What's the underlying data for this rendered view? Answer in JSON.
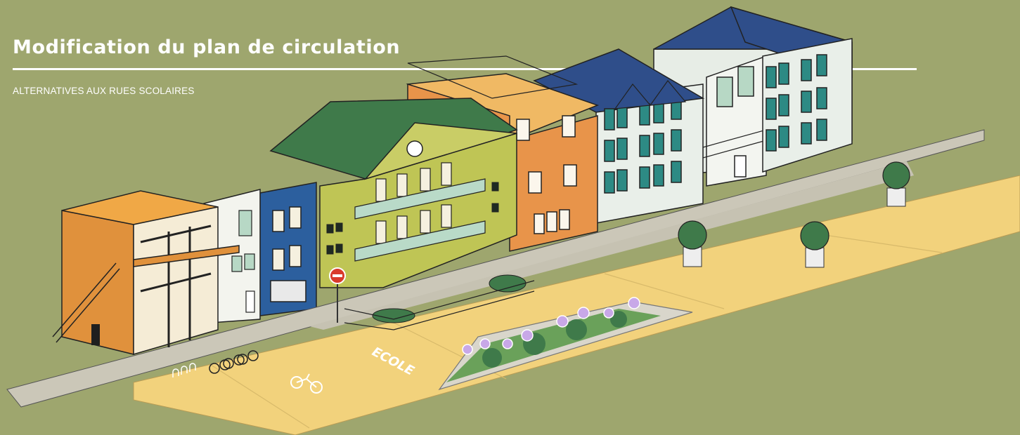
{
  "header": {
    "title": "Modification du plan de circulation",
    "subtitle": "ALTERNATIVES AUX RUES SCOLAIRES"
  },
  "street": {
    "road_marking": "ECOLE"
  },
  "colors": {
    "background": "#9ea66e",
    "road": "#f2d27c",
    "sidewalk": "#cbc7b8",
    "roof_blue": "#2f4e8a",
    "roof_green": "#3f7a4a"
  },
  "icons": [
    "no-entry-sign-icon",
    "bicycle-marking-icon",
    "bike-rack-icon",
    "potted-tree-icon",
    "flower-icon"
  ]
}
